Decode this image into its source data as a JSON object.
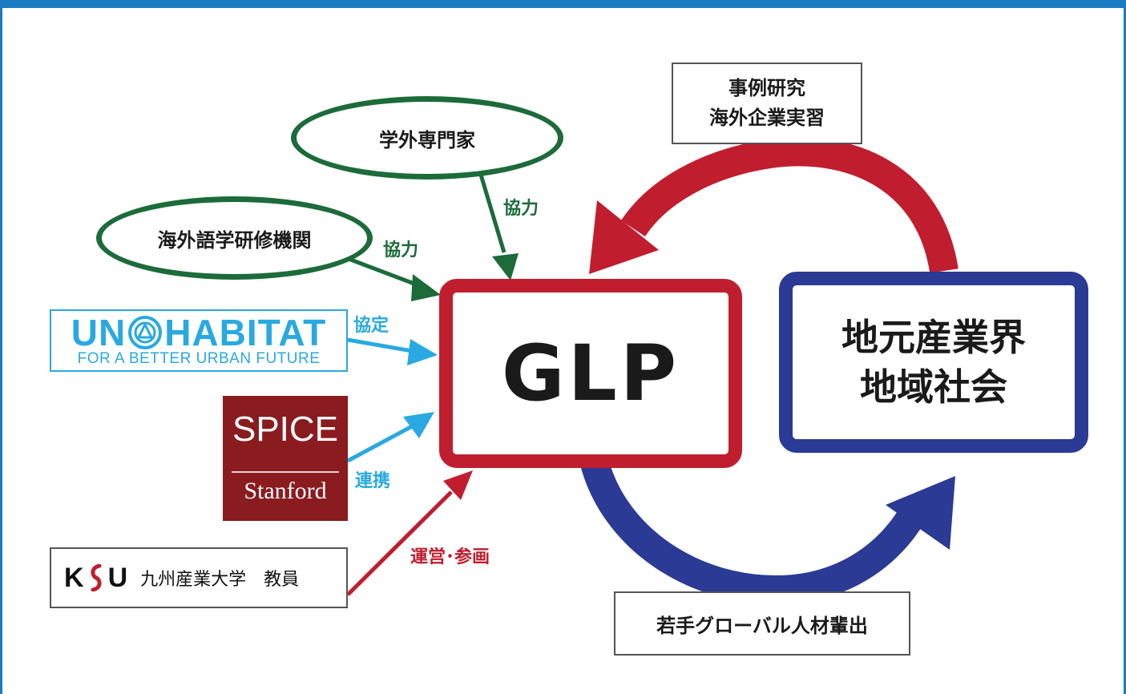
{
  "center": {
    "label": "GLP"
  },
  "industry": {
    "line1": "地元産業界",
    "line2": "地域社会"
  },
  "top_box": {
    "line1": "事例研究",
    "line2": "海外企業実習"
  },
  "bottom_box": {
    "label": "若手グローバル人材輩出"
  },
  "experts": {
    "label": "学外専門家",
    "link": "協力"
  },
  "language_inst": {
    "label": "海外語学研修機関",
    "link": "協力"
  },
  "un_habitat": {
    "name": "UN",
    "name2": "HABITAT",
    "tagline": "FOR A BETTER URBAN FUTURE",
    "link": "協定"
  },
  "spice": {
    "title": "SPICE",
    "subtitle": "Stanford",
    "link": "連携"
  },
  "ksu": {
    "logo_left": "K",
    "logo_right": "U",
    "label": "九州産業大学　教員",
    "link": "運営･参画"
  },
  "colors": {
    "frame": "#1a7ac2",
    "red": "#c01e2f",
    "navy": "#2b3a94",
    "green": "#1c6b3a",
    "sky": "#29a9e1",
    "spice_bg": "#8a1b1f"
  }
}
